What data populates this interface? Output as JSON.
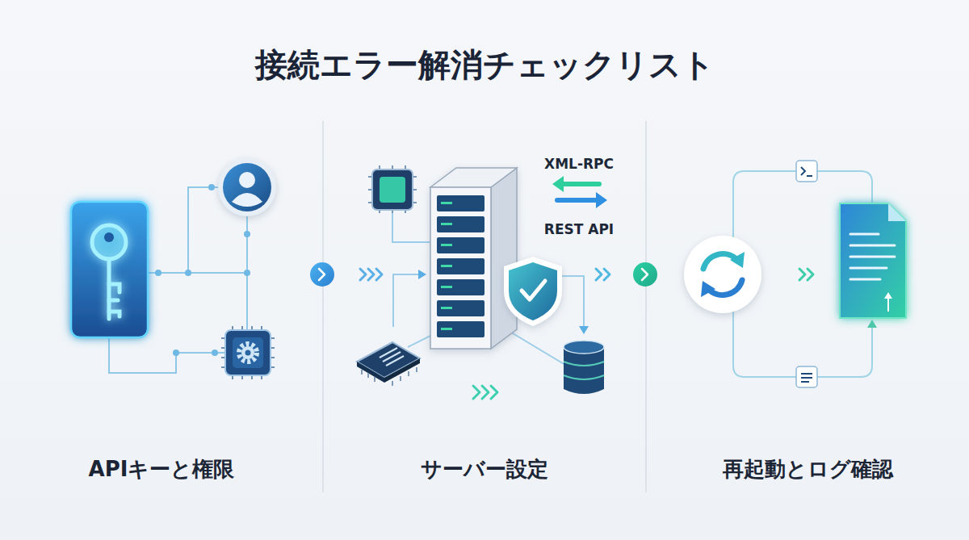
{
  "diagram": {
    "title": "接続エラー解消チェックリスト",
    "labels": [
      "XML-RPC",
      "REST API",
      "APIキーと権限",
      "サーバー設定",
      "再起動とログ確認"
    ]
  }
}
